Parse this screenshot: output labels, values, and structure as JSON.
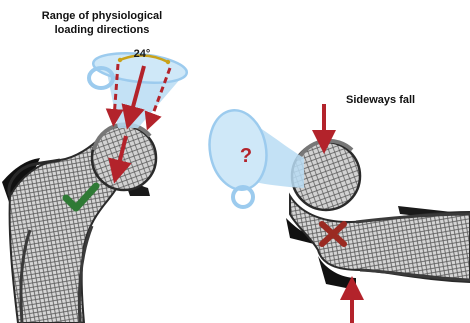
{
  "left_panel": {
    "title_line1": "Range of physiological",
    "title_line2": "loading directions",
    "angle_label": "24°",
    "check_color": "#2f7a35"
  },
  "right_panel": {
    "title": "Sideways fall",
    "unknown_label": "?",
    "cross_color": "#9a2a22"
  },
  "colors": {
    "cone": "#b9dcf3",
    "cone_stroke": "#9ccbee",
    "arrow": "#b3232b",
    "angle_arc": "#c9a21a",
    "bone_fill": "#d8d8d8",
    "bone_outline": "#2a2a2a",
    "dark_tissue": "#111111"
  },
  "icons": [
    "funnel-icon",
    "check-icon",
    "cross-icon",
    "arrow-icon"
  ]
}
